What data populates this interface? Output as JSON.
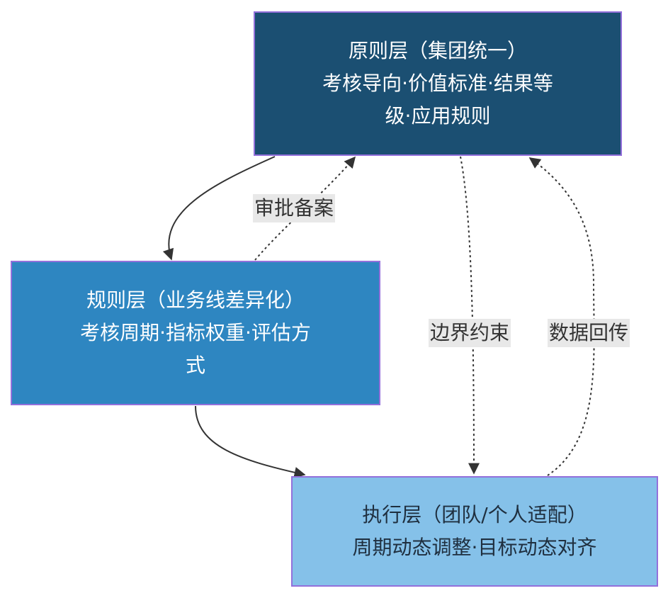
{
  "nodes": {
    "principle": {
      "lines": [
        "原则层（集团统一）",
        "考核导向·价值标准·结果等",
        "级·应用规则"
      ],
      "fill": "#1b4f72"
    },
    "rule": {
      "lines": [
        "规则层（业务线差异化）",
        "考核周期·指标权重·评估方",
        "式"
      ],
      "fill": "#2e86c1"
    },
    "execution": {
      "lines": [
        "执行层（团队/个人适配）",
        "周期动态调整·目标动态对齐"
      ],
      "fill": "#85c1e9"
    }
  },
  "edges": {
    "approve": {
      "label": "审批备案",
      "style": "dotted"
    },
    "boundary": {
      "label": "边界约束",
      "style": "dotted"
    },
    "feedback": {
      "label": "数据回传",
      "style": "dotted"
    }
  },
  "colors": {
    "border": "#9370DB",
    "edge": "#333333",
    "label_bg": "#e8e8e8"
  }
}
